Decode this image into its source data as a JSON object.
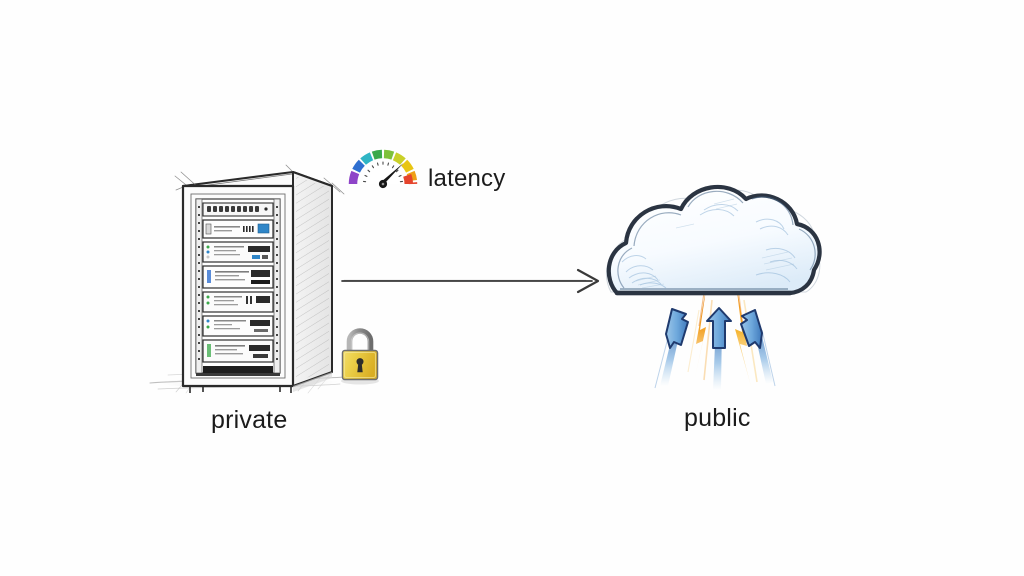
{
  "diagram": {
    "title": "private to public cloud connectivity sketch",
    "style": "hand-drawn pencil sketch on white paper",
    "background_color": "#fefefe"
  },
  "nodes": {
    "private": {
      "label": "private",
      "icon": "server-rack-icon",
      "description": "hand drawn server rack with stacked rack-mount units",
      "unit_count": 8
    },
    "public": {
      "label": "public",
      "icon": "cloud-icon",
      "description": "hand drawn cloud with upward arrows and lightning bolts beneath",
      "outline_color": "#2b3442",
      "fill_color": "#eef4fb"
    }
  },
  "badges": {
    "security": {
      "icon": "padlock-icon",
      "label": "",
      "body_color": "#e8c23c",
      "shackle_color": "#8d8d8d"
    }
  },
  "metrics": {
    "latency": {
      "label": "latency",
      "icon": "gauge-icon",
      "needle_angle_deg": 48,
      "arc_colors": [
        "#8e44c8",
        "#2f6fd0",
        "#2fb5c4",
        "#3aa94a",
        "#7ec13a",
        "#c9d028",
        "#e8c512",
        "#efa016",
        "#e5442c"
      ]
    }
  },
  "connection": {
    "from": "private",
    "to": "public",
    "style": "straight-arrow",
    "color": "#3a3a3a",
    "direction": "left-to-right"
  },
  "cloud_effects": {
    "arrows": {
      "count": 3,
      "direction": "up",
      "outline_color": "#1f3a6e",
      "fill_color": "#6ea8dc"
    },
    "bolts": {
      "count": 2,
      "colors": [
        "#f3a42a",
        "#e8801c"
      ]
    }
  }
}
